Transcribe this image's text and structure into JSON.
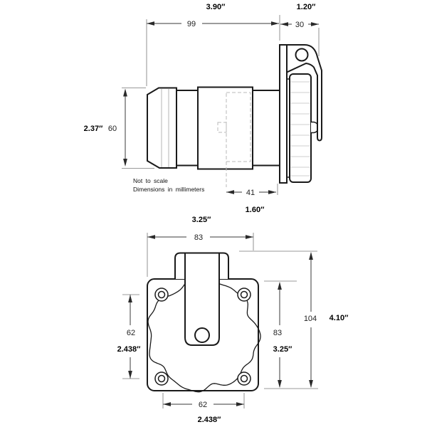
{
  "drawing": {
    "note": {
      "line1": "Not to scale",
      "line2": "Dimensions in millimeters"
    },
    "colors": {
      "background": "#ffffff",
      "outline": "#1a1a1a",
      "dimension": "#3a3a3a",
      "hidden_line": "#b9b9b9"
    },
    "side_view": {
      "dims": {
        "body_length_in": "3.90″",
        "body_length_mm": "99",
        "cap_depth_in": "1.20″",
        "cap_depth_mm": "30",
        "body_dia_in": "2.37″",
        "body_dia_mm": "60",
        "rear_depth_mm": "41",
        "rear_depth_in": "1.60″"
      }
    },
    "front_view": {
      "dims": {
        "flange_width_in": "3.25″",
        "flange_width_mm": "83",
        "hole_spacing_v_mm": "62",
        "hole_spacing_v_in": "2.438″",
        "flange_height_mm": "83",
        "flange_height_in": "3.25″",
        "overall_height_mm": "104",
        "overall_height_in": "4.10″",
        "hole_spacing_h_mm": "62",
        "hole_spacing_h_in": "2.438″"
      }
    }
  }
}
